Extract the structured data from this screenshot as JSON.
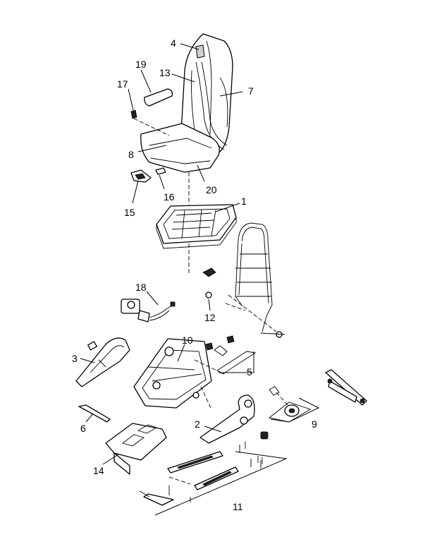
{
  "callouts": {
    "c1": "1",
    "c2": "2",
    "c3": "3",
    "c4": "4",
    "c5": "5",
    "c6": "6",
    "c7": "7",
    "c8": "8",
    "c9": "9",
    "c10": "10",
    "c11": "11",
    "c12": "12",
    "c13": "13",
    "c14": "14",
    "c15": "15",
    "c16": "16",
    "c17": "17",
    "c18": "18",
    "c19": "19",
    "c20": "20"
  },
  "colors": {
    "line": "#000000",
    "background": "#ffffff",
    "shade": "#cfcfcf"
  }
}
